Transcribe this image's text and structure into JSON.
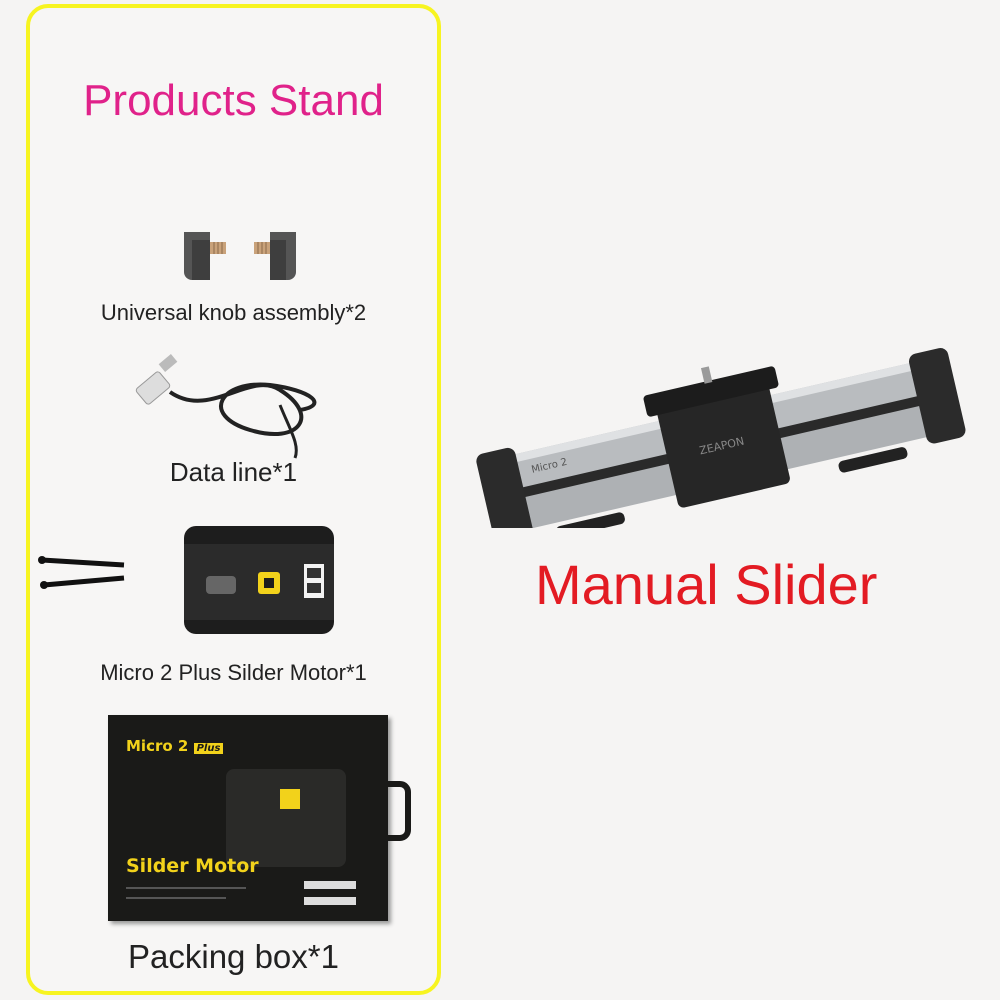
{
  "panel": {
    "title": "Products Stand",
    "items": [
      {
        "label": "Universal knob assembly*2",
        "icon": "knob-icon"
      },
      {
        "label": "Data line*1",
        "icon": "cable-icon"
      },
      {
        "label": "Micro 2 Plus Silder Motor*1",
        "icon": "motor-icon"
      },
      {
        "label": "Packing box*1",
        "icon": "box-icon"
      }
    ]
  },
  "packing_box": {
    "brand": "Micro 2",
    "brand_suffix": "Plus",
    "product_name": "Silder Motor"
  },
  "slider": {
    "title": "Manual Slider",
    "brand_mark": "ZEAPON",
    "rail_label": "Micro 2"
  },
  "colors": {
    "panel_border": "#f7f420",
    "title": "#e0228a",
    "slider_title": "#e31b23",
    "box_accent": "#f2d21b"
  }
}
